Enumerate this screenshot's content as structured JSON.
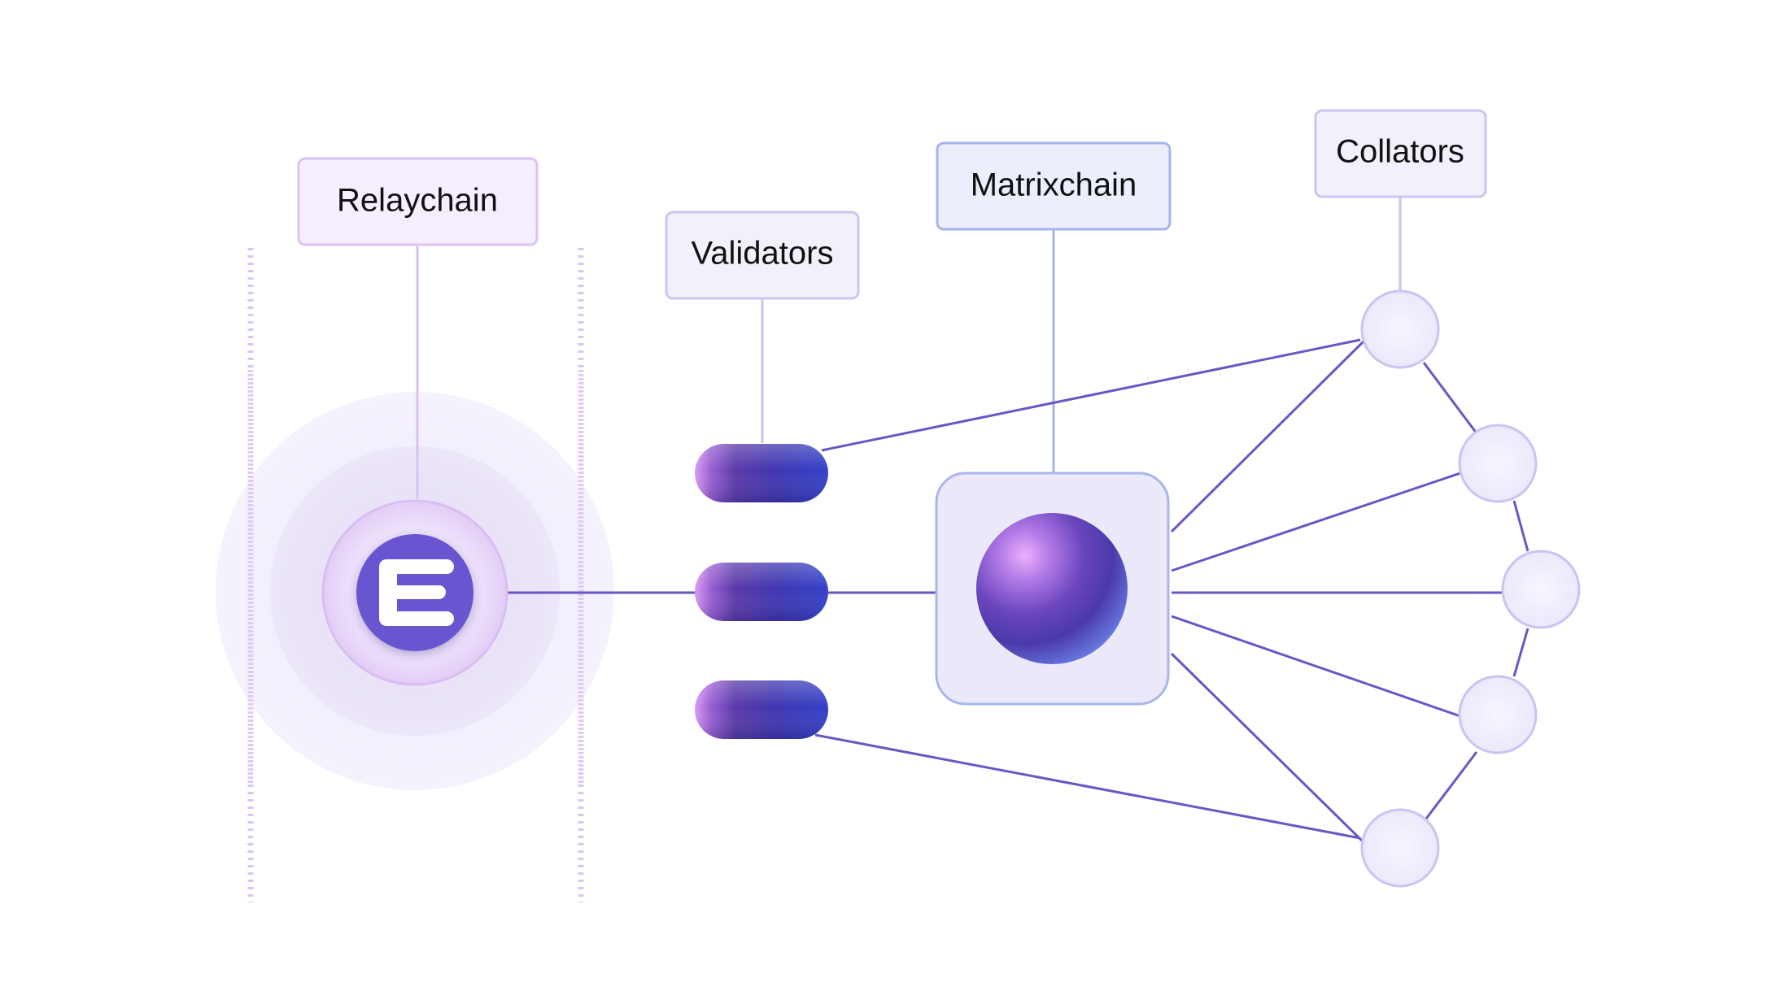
{
  "labels": {
    "relaychain": "Relaychain",
    "validators": "Validators",
    "matrixchain": "Matrixchain",
    "collators": "Collators"
  },
  "logo": {
    "letter": "E",
    "color": "#6b55d0"
  },
  "counts": {
    "validators": 3,
    "collators": 5
  },
  "colors": {
    "connector_line": "#6a55c6",
    "relay_label_bg": "#f6eefd",
    "relay_label_border": "#dcc1f2",
    "validators_label_bg": "#f3f0fb",
    "validators_label_border": "#cfc3ef",
    "matrix_label_bg": "#eceefb",
    "matrix_label_border": "#a6b4ec",
    "collators_label_bg": "#f3f0fb",
    "collators_label_border": "#cfc3ef",
    "collator_node_fill": "#efedfc",
    "collator_node_border": "#cbc3f1",
    "matrix_box_fill": "#ebe9f9",
    "matrix_box_border": "#a9b6ec"
  }
}
